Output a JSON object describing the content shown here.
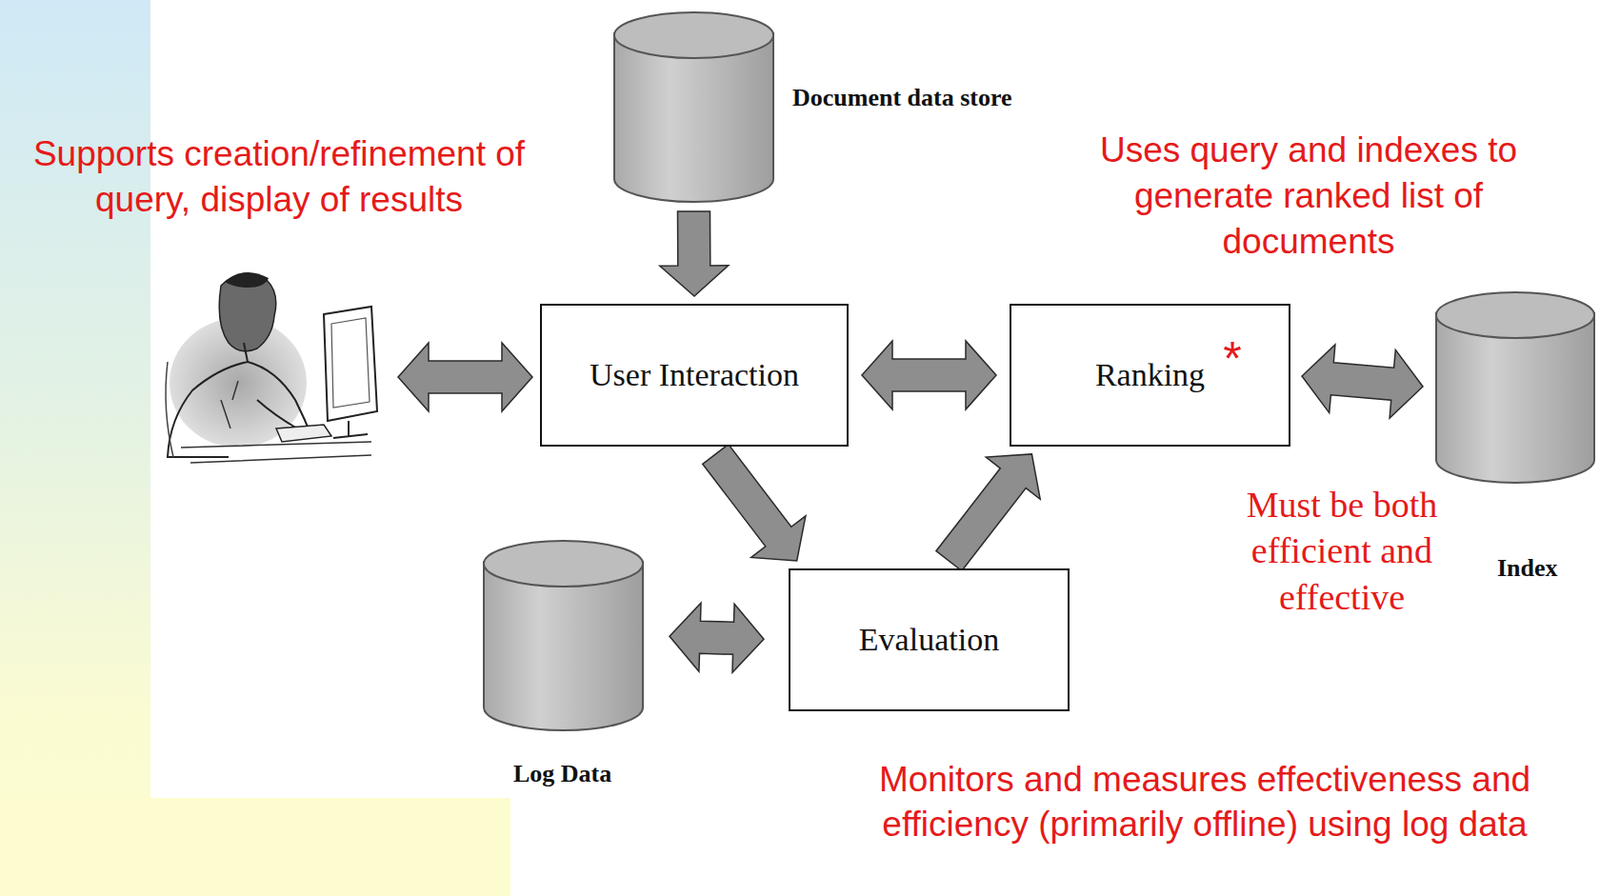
{
  "diagram": {
    "nodes": [
      {
        "text": [
          "Document data store"
        ]
      },
      {
        "text": [
          "User Interaction"
        ]
      },
      {
        "text": [
          "Ranking"
        ]
      },
      {
        "text": [
          "Index"
        ]
      },
      {
        "text": [
          "Evaluation"
        ]
      },
      {
        "text": [
          "Log Data"
        ]
      }
    ],
    "edges": [
      {
        "from": 0,
        "to": 1,
        "arrow": "to"
      },
      {
        "from": 1,
        "to": 2,
        "arrow": "both"
      },
      {
        "from": 2,
        "to": 3,
        "arrow": "both"
      },
      {
        "from": 1,
        "to": 4,
        "arrow": "to"
      },
      {
        "from": 5,
        "to": 4,
        "arrow": "both"
      },
      {
        "from": 4,
        "to": 2,
        "arrow": "to"
      }
    ],
    "labels": [
      "Supports creation/refinement of query, display of results",
      "Uses query and indexes to generate ranked list of documents",
      "*",
      "Must be both efficient and effective",
      "Monitors and measures effectiveness and efficiency (primarily offline) using log data"
    ]
  }
}
